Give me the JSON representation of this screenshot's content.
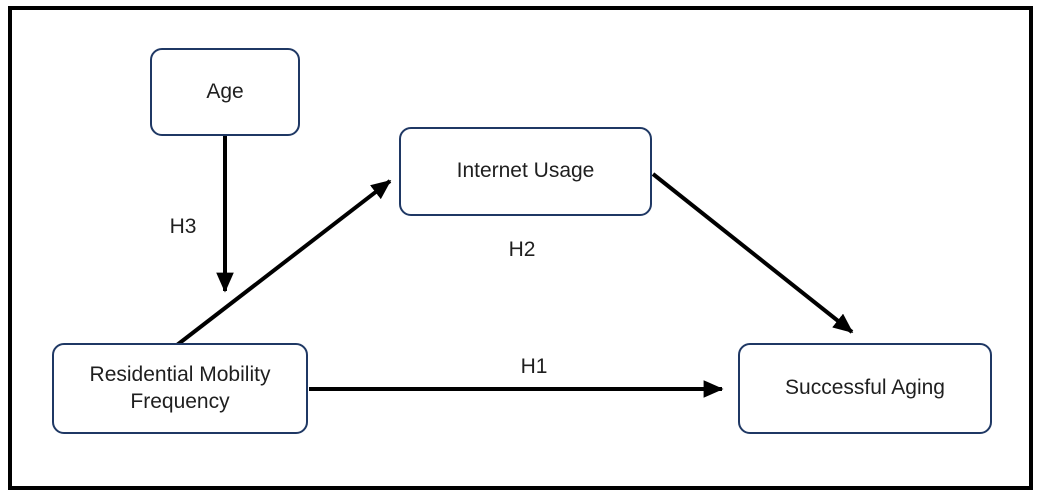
{
  "diagram": {
    "type": "path-model",
    "background_color": "#ffffff",
    "frame_color": "#000000",
    "box_border_color": "#1f3864",
    "box_fill_color": "#ffffff",
    "arrow_color": "#000000",
    "text_color": "#1f1f1f",
    "nodes": [
      {
        "id": "age",
        "label": "Age"
      },
      {
        "id": "internet-usage",
        "label": "Internet Usage"
      },
      {
        "id": "residential-mobility-frequency",
        "label": "Residential Mobility Frequency"
      },
      {
        "id": "successful-aging",
        "label": "Successful Aging"
      }
    ],
    "edges": [
      {
        "id": "rmf-to-successful-aging",
        "from": "residential-mobility-frequency",
        "to": "successful-aging",
        "label": "H1",
        "style": "horizontal-arrow"
      },
      {
        "id": "rmf-to-internet-usage",
        "from": "residential-mobility-frequency",
        "to": "internet-usage",
        "label": "H2",
        "style": "diagonal-arrow"
      },
      {
        "id": "internet-usage-to-successful-aging",
        "from": "internet-usage",
        "to": "successful-aging",
        "label": "",
        "style": "diagonal-arrow"
      },
      {
        "id": "age-to-rmf-iu-path",
        "from": "age",
        "to": "rmf-to-internet-usage-arrow",
        "label": "H3",
        "style": "vertical-arrow"
      }
    ],
    "hypothesis_labels": [
      {
        "id": "h1",
        "label": "H1"
      },
      {
        "id": "h2",
        "label": "H2"
      },
      {
        "id": "h3",
        "label": "H3"
      }
    ]
  }
}
